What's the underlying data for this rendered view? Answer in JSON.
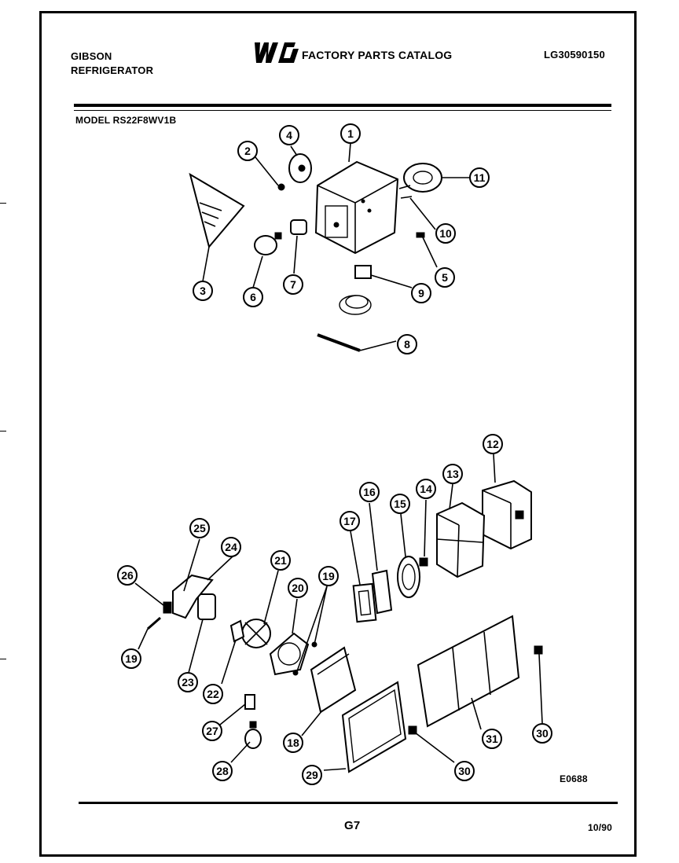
{
  "header": {
    "brand_line1": "GIBSON",
    "brand_line2": "REFRIGERATOR",
    "logo_text": "WCI",
    "catalog_title": "FACTORY PARTS CATALOG",
    "catalog_number": "LG30590150",
    "model_label": "MODEL RS22F8WV1B"
  },
  "diagram": {
    "callouts_top": [
      "1",
      "2",
      "3",
      "4",
      "5",
      "6",
      "7",
      "8",
      "9",
      "10",
      "11"
    ],
    "callouts_bottom": [
      "12",
      "13",
      "14",
      "15",
      "16",
      "17",
      "18",
      "19",
      "19",
      "20",
      "21",
      "22",
      "23",
      "24",
      "25",
      "26",
      "27",
      "28",
      "29",
      "30",
      "30",
      "31"
    ],
    "drawing_code": "E0688"
  },
  "footer": {
    "page_code": "G7",
    "date": "10/90"
  }
}
